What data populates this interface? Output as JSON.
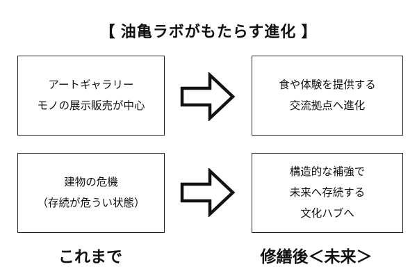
{
  "title": "【 油亀ラボがもたらす進化 】",
  "rows": [
    {
      "before": [
        "アートギャラリー",
        "モノの展示販売が中心"
      ],
      "after": [
        "食や体験を提供する",
        "交流拠点へ進化"
      ]
    },
    {
      "before": [
        "建物の危機",
        "（存続が危うい状態）"
      ],
      "after": [
        "構造的な補強で",
        "未来へ存続する",
        "文化ハブへ"
      ]
    }
  ],
  "column_labels": {
    "before": "これまで",
    "after": "修繕後＜未来＞"
  },
  "icons": {
    "arrow": "block-arrow-right"
  },
  "colors": {
    "background": "#ffffff",
    "text": "#111111",
    "border": "#222222"
  }
}
